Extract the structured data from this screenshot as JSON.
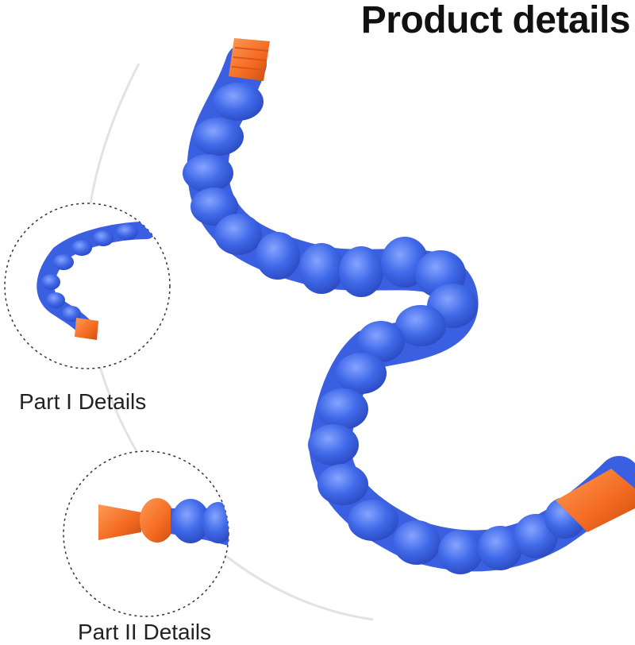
{
  "title": "Product details",
  "captions": {
    "part1": "Part I Details",
    "part2": "Part II Details"
  },
  "colors": {
    "hose_blue": "#3f68e8",
    "hose_blue_light": "#6f91f5",
    "hose_blue_dark": "#2f4fc8",
    "nozzle_orange": "#f36a21",
    "background": "#ffffff"
  }
}
